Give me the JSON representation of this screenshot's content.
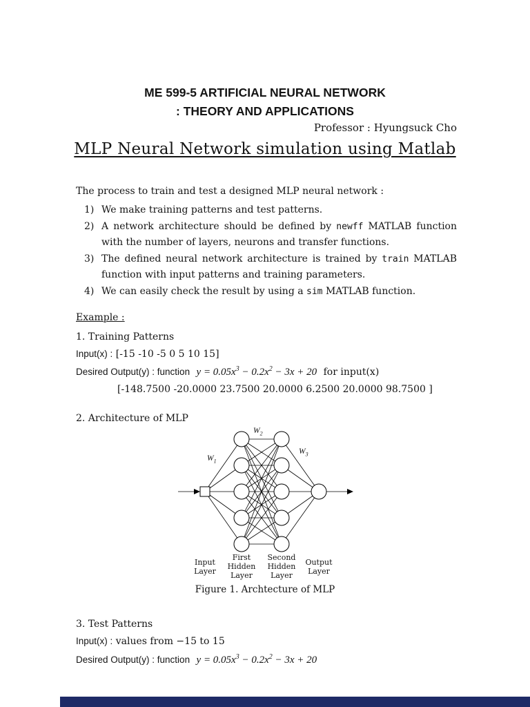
{
  "page": {
    "course_title_line1": "ME 599-5 ARTIFICIAL NEURAL NETWORK",
    "course_title_line2": ": THEORY AND APPLICATIONS",
    "professor": "Professor : Hyungsuck Cho",
    "heading": "MLP Neural Network simulation using Matlab"
  },
  "intro": {
    "lead": "The process to train and test a designed MLP neural network :",
    "items": [
      {
        "num": "1)",
        "segments": [
          {
            "t": "We make training patterns and test patterns."
          }
        ]
      },
      {
        "num": "2)",
        "segments": [
          {
            "t": "A network architecture should be defined by "
          },
          {
            "t": "newff",
            "code": true
          },
          {
            "t": " MATLAB function with the number of layers, neurons and transfer functions."
          }
        ]
      },
      {
        "num": "3)",
        "segments": [
          {
            "t": "The defined neural network architecture is trained by "
          },
          {
            "t": "train",
            "code": true
          },
          {
            "t": " MATLAB function with input patterns and training parameters."
          }
        ]
      },
      {
        "num": "4)",
        "segments": [
          {
            "t": "We can easily check the result by using a "
          },
          {
            "t": "sim",
            "code": true
          },
          {
            "t": " MATLAB function."
          }
        ]
      }
    ]
  },
  "example": {
    "label": "Example : ",
    "training_heading": "1. Training Patterns",
    "input_label": "Input(x) :",
    "input_values": "[-15 -10 -5 0 5 10 15]",
    "output_label": "Desired Output(y) : function",
    "output_suffix": "for input(x)",
    "output_values": "[-148.7500 -20.0000 23.7500 20.0000 6.2500 20.0000 98.7500 ]"
  },
  "formula": {
    "p1": "y = 0.05x",
    "s1": "3",
    "p2": " − 0.2x",
    "s2": "2",
    "p3": " − 3x + 20"
  },
  "architecture": {
    "heading": "2. Architecture of MLP",
    "caption": "Figure 1. Archtecture of MLP",
    "weights": {
      "w1": {
        "base": "W",
        "sub": "1"
      },
      "w2": {
        "base": "W",
        "sub": "2"
      },
      "w3": {
        "base": "W",
        "sub": "3"
      }
    },
    "layer_labels": {
      "input": "Input\nLayer",
      "hidden1": "First\nHidden\nLayer",
      "hidden2": "Second\nHidden\nLayer",
      "output": "Output\nLayer"
    },
    "layers": {
      "hidden1_nodes": 5,
      "hidden2_nodes": 5,
      "input_nodes": 1,
      "output_nodes": 1
    }
  },
  "test": {
    "heading": "3. Test Patterns",
    "input_label": "Input(x) :",
    "input_values": "values from −15 to 15",
    "output_label": "Desired Output(y) : function"
  },
  "footer": {
    "bar_color": "#1e2a66"
  }
}
